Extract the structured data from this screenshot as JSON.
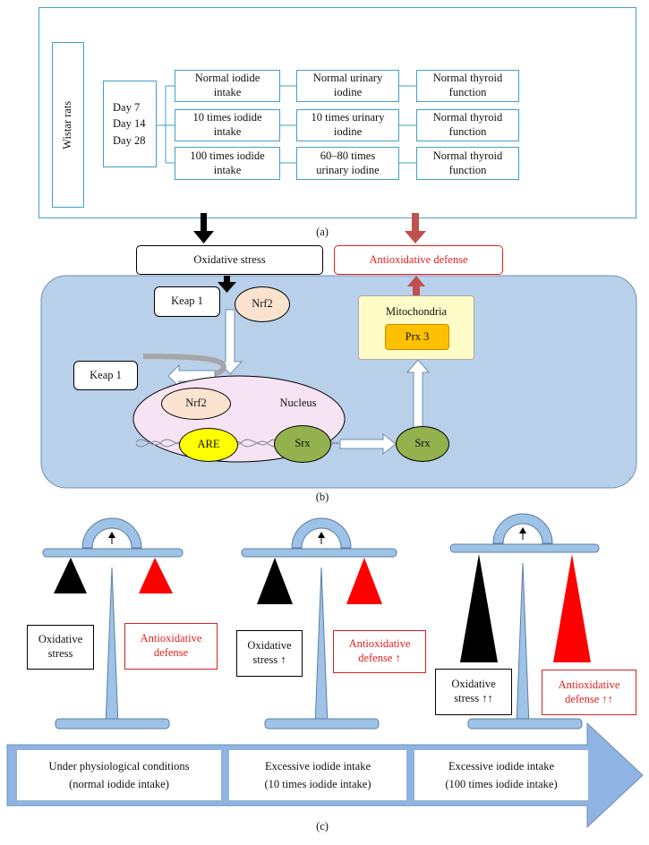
{
  "panel_a": {
    "rats": "Wistar rats",
    "days": "Day 7\nDay 14\nDay 28",
    "rows": [
      {
        "intake": "Normal iodide\nintake",
        "urinary": "Normal urinary\niodine",
        "thyroid": "Normal thyroid\nfunction"
      },
      {
        "intake": "10 times iodide\nintake",
        "urinary": "10 times urinary\niodine",
        "thyroid": "Normal thyroid\nfunction"
      },
      {
        "intake": "100 times iodide\nintake",
        "urinary": "60–80 times\nurinary iodine",
        "thyroid": "Normal thyroid\nfunction"
      }
    ],
    "caption": "(a)"
  },
  "panel_b": {
    "oxidative_stress": "Oxidative stress",
    "antioxidative_defense": "Antioxidative defense",
    "keap1_top": "Keap 1",
    "nrf2_top": "Nrf2",
    "keap1_left": "Keap 1",
    "nucleus": "Nucleus",
    "nrf2_nucleus": "Nrf2",
    "are": "ARE",
    "srx_nucleus": "Srx",
    "srx_out": "Srx",
    "mitochondria": "Mitochondria",
    "prx3": "Prx 3",
    "caption": "(b)"
  },
  "panel_c": {
    "scales": [
      {
        "oxidative": "Oxidative\nstress",
        "antioxidative": "Antioxidative\ndefense"
      },
      {
        "oxidative": "Oxidative\nstress ↑",
        "antioxidative": "Antioxidative\ndefense ↑"
      },
      {
        "oxidative": "Oxidative\nstress ↑↑",
        "antioxidative": "Antioxidative\ndefense ↑↑"
      }
    ],
    "conditions": [
      "Under physiological conditions\n(normal iodide intake)",
      "Excessive iodide intake\n(10 times iodide intake)",
      "Excessive iodide intake\n(100 times iodide intake)"
    ],
    "caption": "(c)"
  },
  "colors": {
    "box_border": "#3fa0c8",
    "cell_fill": "#b8d0ea",
    "cell_border": "#6f8fb0",
    "red": "#e02020",
    "red_arrow": "#c0504d",
    "nucleus_fill": "#f6e4f4",
    "nrf2_fill": "#fbe3d0",
    "are_fill": "#ffff00",
    "srx_fill": "#93b14d",
    "mito_fill": "#fffcc8",
    "prx_fill": "#ffc000",
    "scale_fill": "#9ec3e6"
  }
}
